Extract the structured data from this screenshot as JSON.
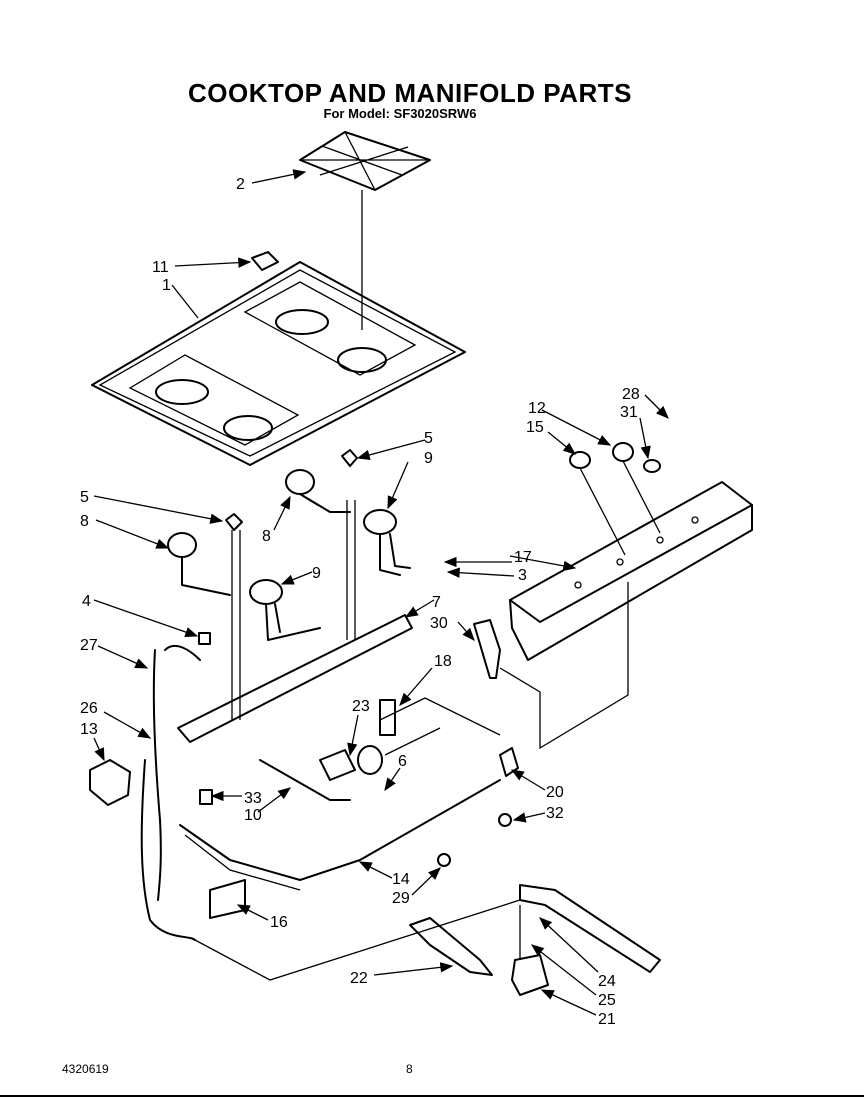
{
  "title": "COOKTOP AND MANIFOLD PARTS",
  "subtitle": "For Model: SF3020SRW6",
  "footer": {
    "doc_number": "4320619",
    "page_number": "8"
  },
  "callouts": [
    "1",
    "2",
    "3",
    "4",
    "5",
    "5",
    "6",
    "7",
    "8",
    "8",
    "9",
    "9",
    "10",
    "11",
    "12",
    "13",
    "14",
    "15",
    "16",
    "17",
    "18",
    "20",
    "21",
    "22",
    "23",
    "24",
    "25",
    "26",
    "27",
    "28",
    "29",
    "30",
    "31",
    "32",
    "33"
  ]
}
